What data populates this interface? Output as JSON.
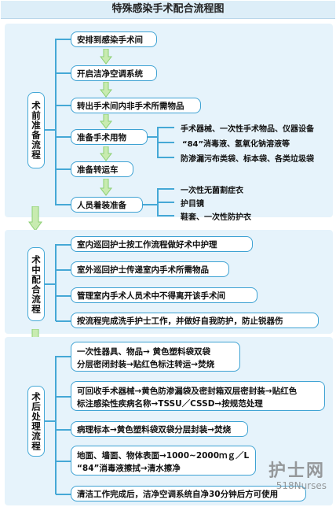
{
  "title": "特殊感染手术配合流程图",
  "phases": {
    "pre": "术前准备流程",
    "intra": "术中配合流程",
    "post": "术后处理流程"
  },
  "pre_steps": [
    "安排到感染手术间",
    "开启洁净空调系统",
    "转出手术间内非手术所需物品",
    "准备手术用物",
    "准备转运车",
    "人员着装准备"
  ],
  "supplies_notes": [
    "手术器械、一次性手术物品、仪器设备",
    "“84”消毒液、氢氧化钠溶液等",
    "防渗漏污布类袋、标本袋、各类垃圾袋"
  ],
  "attire_notes": [
    "一次性无菌割症衣",
    "护目镜",
    "鞋套、一次性防护衣"
  ],
  "intra_steps": [
    "室内巡回护士按工作流程做好术中护理",
    "室外巡回护士传递室内手术所需物品",
    "管理室内手术人员术中不得离开该手术间",
    "按流程完成洗手护士工作，并做好自我防护，防止锐器伤"
  ],
  "post_steps": [
    {
      "line1": "一次性器具、物品→ 黄色塑料袋双袋",
      "line2": "分层密闭封装→贴红色标注转运→焚烧"
    },
    {
      "line1": "可回收手术器械→黄色防渗漏袋及密封箱双层密封装→贴红色",
      "line2": "标注感染性疾病名称→TSSU／CSSD→按规范处理"
    },
    {
      "line1": "病理标本→黄色塑料袋双袋分层封装→焚烧",
      "line2": ""
    },
    {
      "line1": "地面、墙面、物体表面→1000~2000ｍｇ／L",
      "line2": "“84”消毒液擦拭→清水擦净"
    },
    {
      "line1": "清洁工作完成后，洁净空调系统自净30分钟后方可使用",
      "line2": ""
    }
  ],
  "watermark": {
    "big": "护士网",
    "small": "518Nurses"
  },
  "colors": {
    "accent": "#3ea2d3",
    "section_bg": "#e6f3fb",
    "arrow_fill": "#c8ebb0",
    "title_bg": "#ddeef8"
  }
}
